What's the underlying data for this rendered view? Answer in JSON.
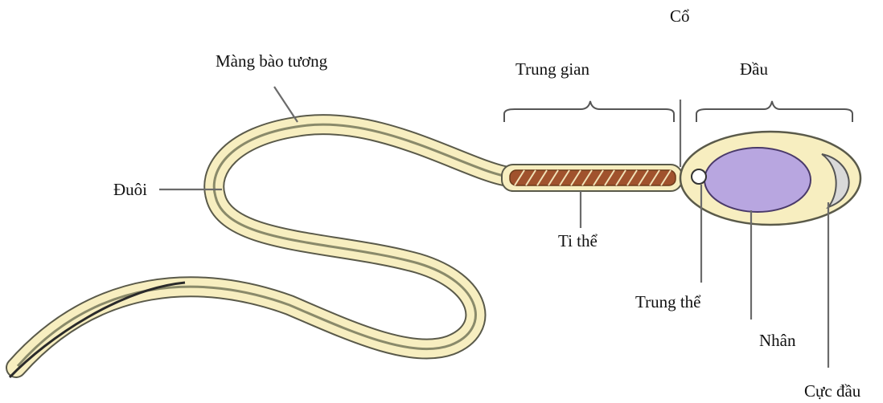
{
  "labels": {
    "co": "Cổ",
    "mang_bao_tuong": "Màng bào tương",
    "trung_gian": "Trung gian",
    "dau": "Đầu",
    "duoi": "Đuôi",
    "ti_the": "Ti thể",
    "trung_the": "Trung thể",
    "nhan": "Nhân",
    "cuc_dau": "Cực đầu"
  },
  "colors": {
    "tail_fill": "#f7eec0",
    "outline": "#5a5a4a",
    "mitochondria": "#a0522d",
    "nucleus": "#b8a6e0",
    "acrosome": "#d9d9d9",
    "centriole": "#ffffff"
  }
}
